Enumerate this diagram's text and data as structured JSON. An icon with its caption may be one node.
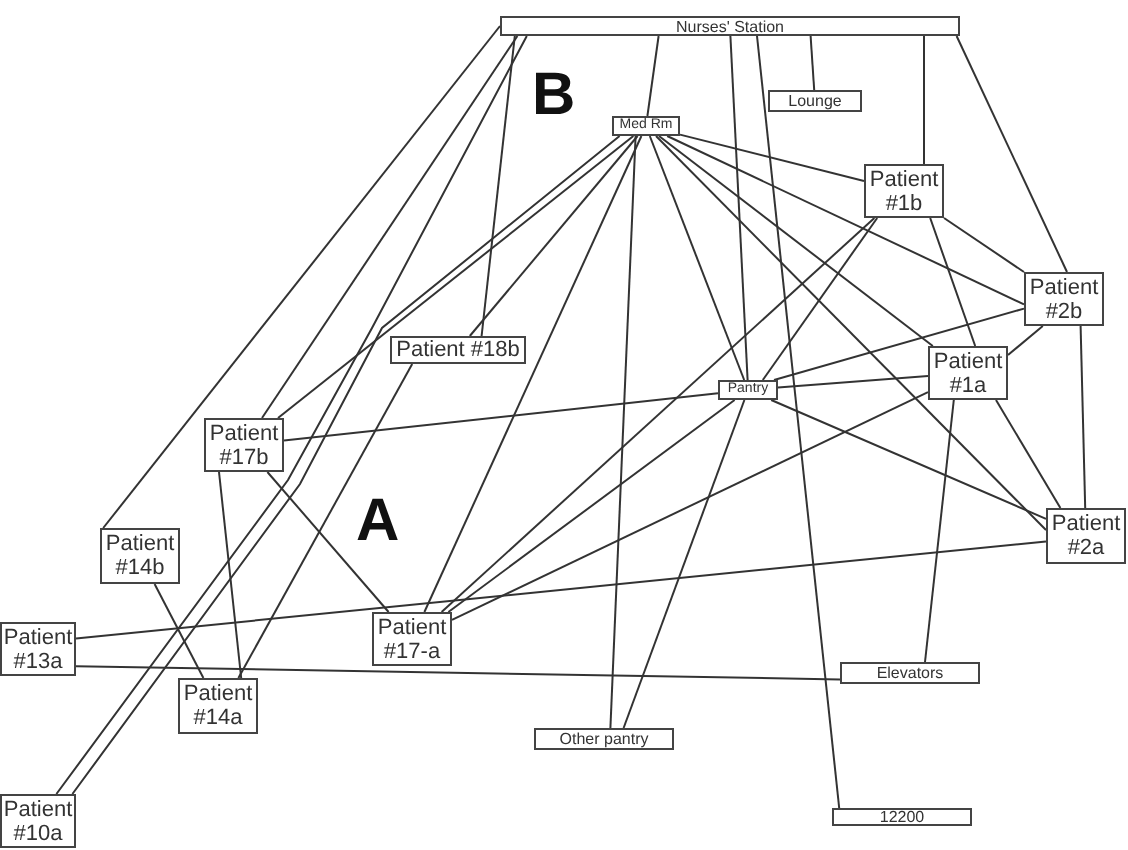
{
  "diagram": {
    "nodes": [
      {
        "text": [
          "Nurses' Station"
        ]
      },
      {
        "text": [
          "Lounge"
        ]
      },
      {
        "text": [
          "Med Rm"
        ]
      },
      {
        "text": [
          "Patient #1b"
        ]
      },
      {
        "text": [
          "Patient #2b"
        ]
      },
      {
        "text": [
          "Patient #18b"
        ]
      },
      {
        "text": [
          "Patient #1a"
        ]
      },
      {
        "text": [
          "Pantry"
        ]
      },
      {
        "text": [
          "Patient #17b"
        ]
      },
      {
        "text": [
          "Patient #14b"
        ]
      },
      {
        "text": [
          "Patient #2a"
        ]
      },
      {
        "text": [
          "Patient #17-a"
        ]
      },
      {
        "text": [
          "Patient #13a"
        ]
      },
      {
        "text": [
          "Elevators"
        ]
      },
      {
        "text": [
          "Patient #14a"
        ]
      },
      {
        "text": [
          "Other pantry"
        ]
      },
      {
        "text": [
          "Patient #10a"
        ]
      },
      {
        "text": [
          "12200"
        ]
      }
    ],
    "edges": [
      {
        "from": 0,
        "to": 2,
        "arrow": "none"
      },
      {
        "from": 0,
        "to": 1,
        "arrow": "none"
      },
      {
        "from": 0,
        "to": 3,
        "arrow": "none"
      },
      {
        "from": 0,
        "to": 4,
        "arrow": "none"
      },
      {
        "from": 0,
        "to": 8,
        "arrow": "none"
      },
      {
        "from": 0,
        "to": 9,
        "arrow": "none"
      },
      {
        "from": 0,
        "to": 5,
        "arrow": "none"
      },
      {
        "from": 0,
        "to": 17,
        "arrow": "none"
      },
      {
        "from": 0,
        "to": 7,
        "arrow": "none"
      },
      {
        "from": 0,
        "to": 16,
        "arrow": "none"
      },
      {
        "from": 2,
        "to": 3,
        "arrow": "none"
      },
      {
        "from": 2,
        "to": 4,
        "arrow": "none"
      },
      {
        "from": 2,
        "to": 10,
        "arrow": "none"
      },
      {
        "from": 2,
        "to": 6,
        "arrow": "none"
      },
      {
        "from": 2,
        "to": 8,
        "arrow": "none"
      },
      {
        "from": 2,
        "to": 11,
        "arrow": "none"
      },
      {
        "from": 2,
        "to": 5,
        "arrow": "none"
      },
      {
        "from": 2,
        "to": 15,
        "arrow": "none"
      },
      {
        "from": 2,
        "to": 7,
        "arrow": "none"
      },
      {
        "from": 5,
        "to": 14,
        "arrow": "none"
      },
      {
        "from": 7,
        "to": 15,
        "arrow": "none"
      },
      {
        "from": 8,
        "to": 7,
        "arrow": "none"
      },
      {
        "from": 11,
        "to": 7,
        "arrow": "none"
      },
      {
        "from": 7,
        "to": 10,
        "arrow": "none"
      },
      {
        "from": 7,
        "to": 4,
        "arrow": "none"
      },
      {
        "from": 7,
        "to": 6,
        "arrow": "none"
      },
      {
        "from": 7,
        "to": 3,
        "arrow": "none"
      },
      {
        "from": 12,
        "to": 10,
        "arrow": "none"
      },
      {
        "from": 12,
        "to": 13,
        "arrow": "none"
      },
      {
        "from": 9,
        "to": 14,
        "arrow": "none"
      },
      {
        "from": 8,
        "to": 14,
        "arrow": "none"
      },
      {
        "from": 8,
        "to": 11,
        "arrow": "none"
      },
      {
        "from": 3,
        "to": 4,
        "arrow": "none"
      },
      {
        "from": 3,
        "to": 6,
        "arrow": "none"
      },
      {
        "from": 6,
        "to": 10,
        "arrow": "none"
      },
      {
        "from": 6,
        "to": 4,
        "arrow": "none"
      },
      {
        "from": 6,
        "to": 13,
        "arrow": "none"
      },
      {
        "from": 4,
        "to": 10,
        "arrow": "none"
      },
      {
        "from": 11,
        "to": 6,
        "arrow": "none"
      },
      {
        "from": 11,
        "to": 3,
        "arrow": "none"
      },
      {
        "from": 16,
        "to": 2,
        "arrow": "none"
      }
    ],
    "labels": [
      "B",
      "A"
    ]
  }
}
